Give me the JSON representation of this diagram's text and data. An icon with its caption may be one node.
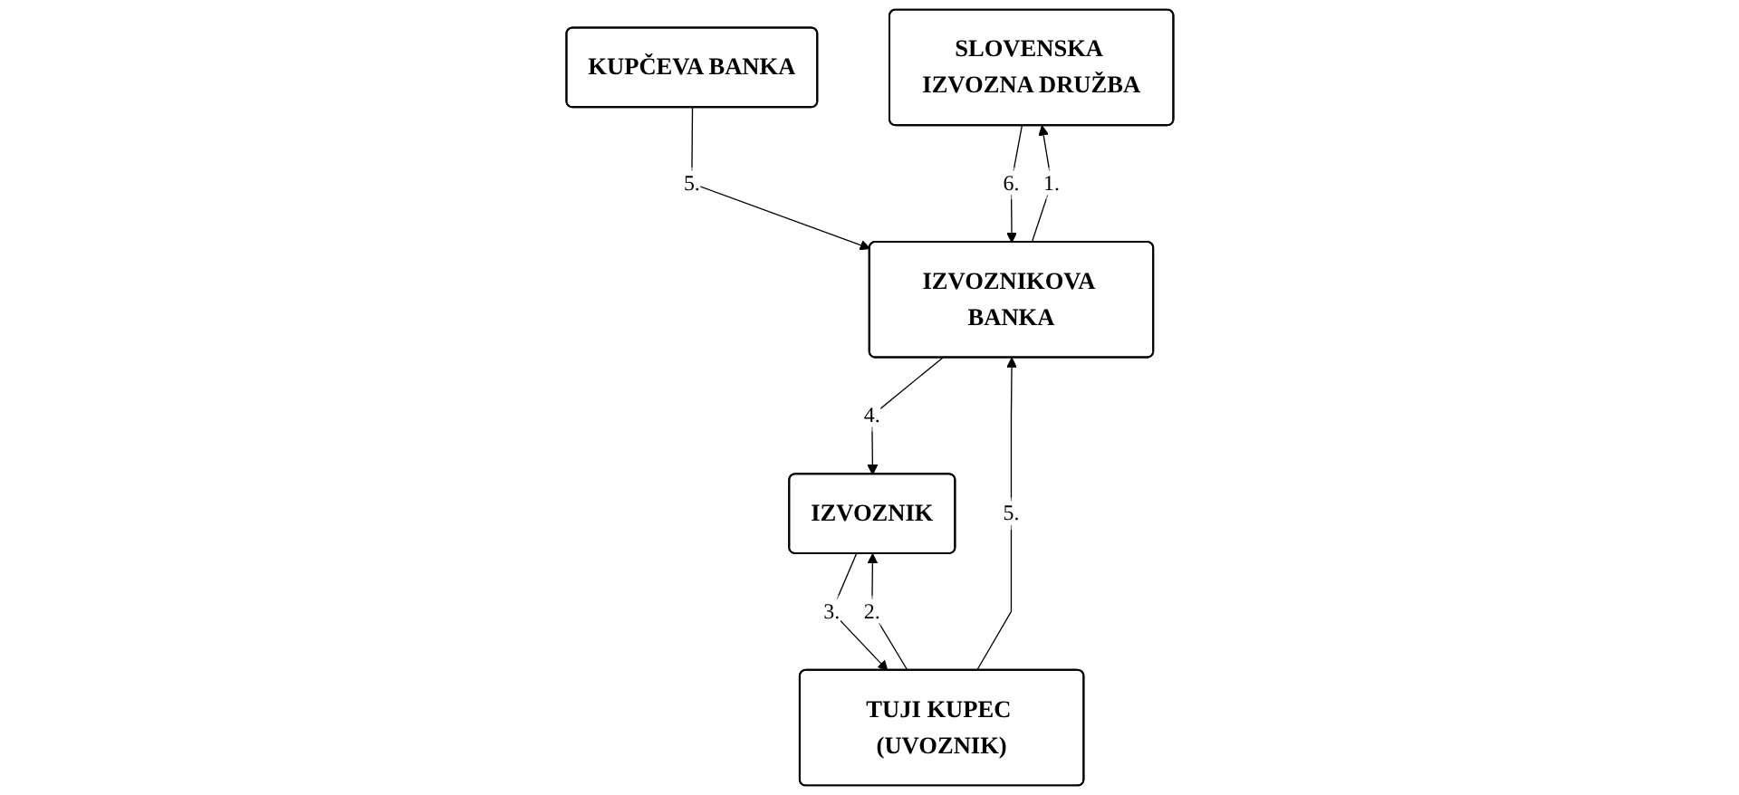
{
  "diagram": {
    "nodes": [
      {
        "text": [
          "SLOVENSKA IZVOZNA DRUŽBA"
        ]
      },
      {
        "text": [
          "IZVOZNIKOVA BANKA"
        ]
      },
      {
        "text": [
          "KUPČEVA BANKA"
        ]
      },
      {
        "text": [
          "IZVOZNIK"
        ]
      },
      {
        "text": [
          "TUJI KUPEC (UVOZNIK)"
        ]
      }
    ],
    "edges": [
      {
        "from": 1,
        "to": 0,
        "label": "1.",
        "arrow": "to"
      },
      {
        "from": 4,
        "to": 3,
        "label": "2.",
        "arrow": "to"
      },
      {
        "from": 3,
        "to": 4,
        "label": "3.",
        "arrow": "to"
      },
      {
        "from": 1,
        "to": 3,
        "label": "4.",
        "arrow": "to"
      },
      {
        "from": 2,
        "to": 1,
        "label": "5.",
        "arrow": "to"
      },
      {
        "from": 4,
        "to": 1,
        "label": "5.",
        "arrow": "to"
      },
      {
        "from": 0,
        "to": 1,
        "label": "6.",
        "arrow": "to"
      }
    ]
  }
}
